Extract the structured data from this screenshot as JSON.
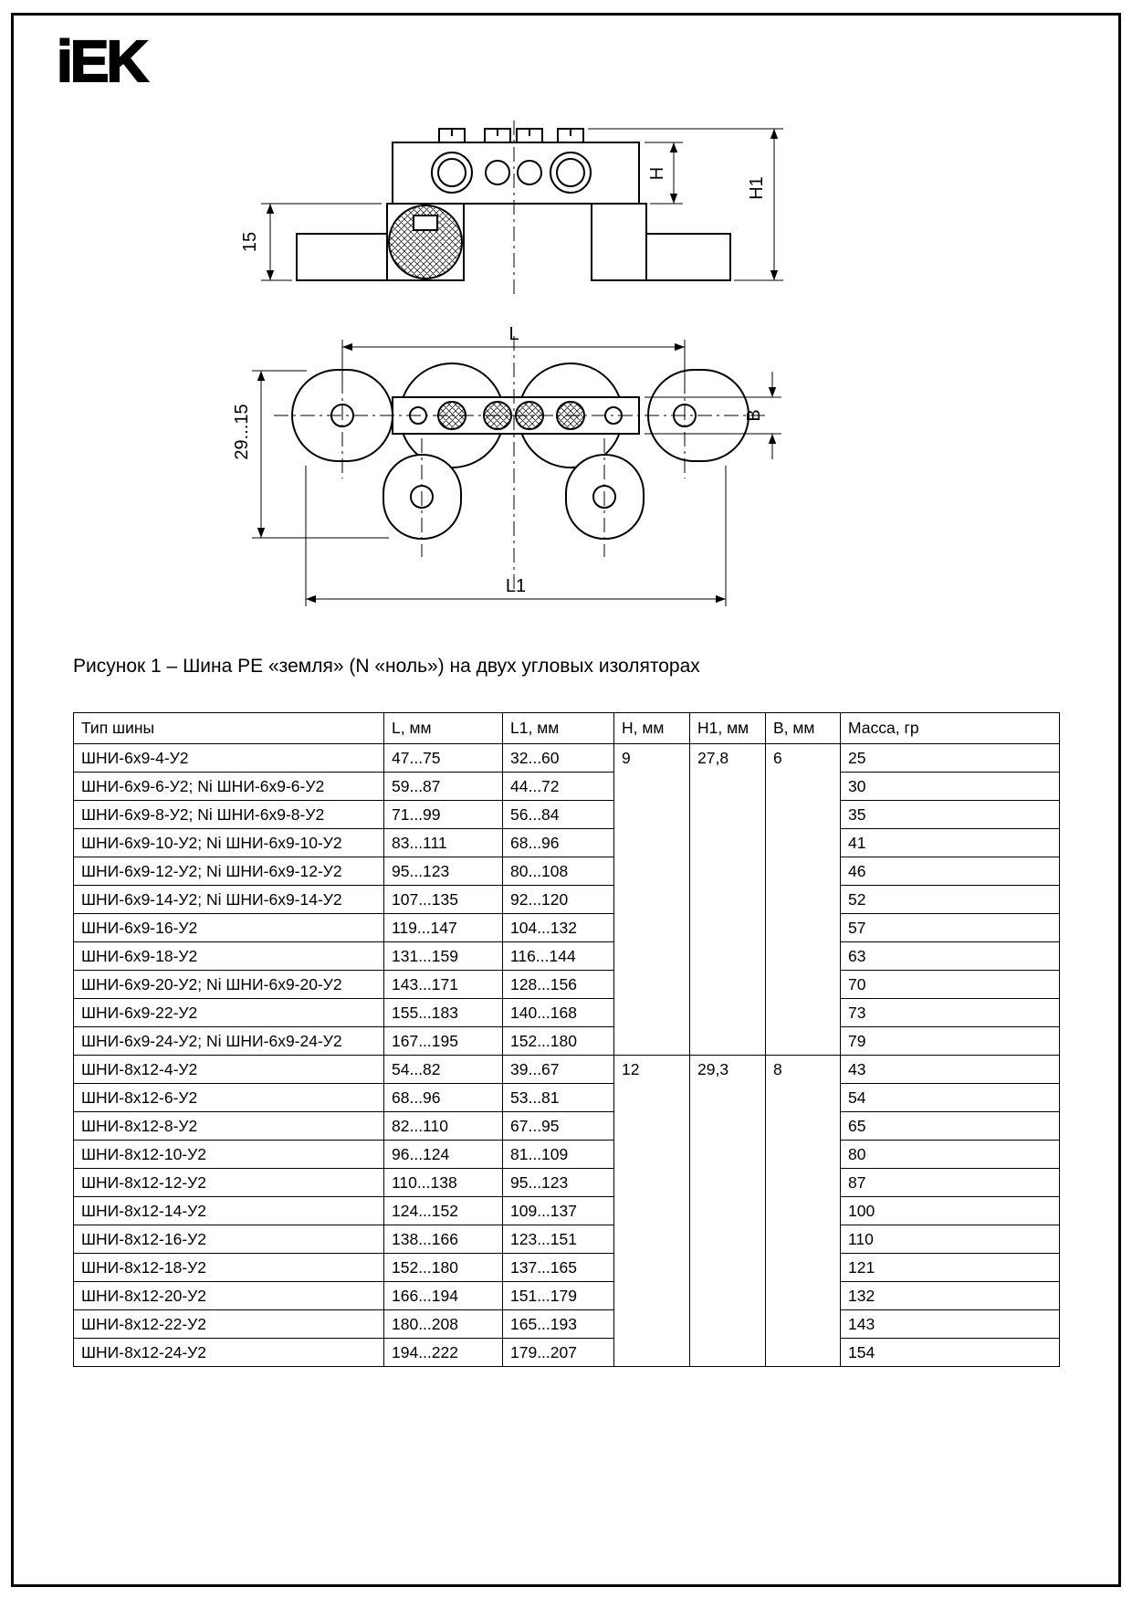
{
  "page": {
    "logo_text": "iEK",
    "figure_caption": "Рисунок 1 – Шина PE «земля» (N «ноль») на двух угловых изоляторах"
  },
  "drawing": {
    "labels": {
      "front_height_15": "15",
      "front_h": "H",
      "front_h1": "H1",
      "plan_l": "L",
      "plan_l1": "L1",
      "plan_b": "B",
      "plan_29_15": "29...15"
    }
  },
  "table": {
    "headers": [
      "Тип шины",
      "L, мм",
      "L1, мм",
      "H, мм",
      "H1, мм",
      "B, мм",
      "Масса, гр"
    ],
    "groups": [
      {
        "h": "9",
        "h1": "27,8",
        "b": "6",
        "rows": [
          {
            "type": "ШНИ-6х9-4-У2",
            "l": "47...75",
            "l1": "32...60",
            "mass": "25"
          },
          {
            "type": "ШНИ-6х9-6-У2; Ni ШНИ-6х9-6-У2",
            "l": "59...87",
            "l1": "44...72",
            "mass": "30"
          },
          {
            "type": "ШНИ-6х9-8-У2; Ni ШНИ-6х9-8-У2",
            "l": "71...99",
            "l1": "56...84",
            "mass": "35"
          },
          {
            "type": "ШНИ-6х9-10-У2; Ni ШНИ-6х9-10-У2",
            "l": "83...111",
            "l1": "68...96",
            "mass": "41"
          },
          {
            "type": "ШНИ-6х9-12-У2; Ni ШНИ-6х9-12-У2",
            "l": "95...123",
            "l1": "80...108",
            "mass": "46"
          },
          {
            "type": "ШНИ-6х9-14-У2; Ni ШНИ-6х9-14-У2",
            "l": "107...135",
            "l1": "92...120",
            "mass": "52"
          },
          {
            "type": "ШНИ-6х9-16-У2",
            "l": "119...147",
            "l1": "104...132",
            "mass": "57"
          },
          {
            "type": "ШНИ-6х9-18-У2",
            "l": "131...159",
            "l1": "116...144",
            "mass": "63"
          },
          {
            "type": "ШНИ-6х9-20-У2; Ni ШНИ-6х9-20-У2",
            "l": "143...171",
            "l1": "128...156",
            "mass": "70"
          },
          {
            "type": "ШНИ-6х9-22-У2",
            "l": "155...183",
            "l1": "140...168",
            "mass": "73"
          },
          {
            "type": "ШНИ-6х9-24-У2; Ni ШНИ-6х9-24-У2",
            "l": "167...195",
            "l1": "152...180",
            "mass": "79"
          }
        ]
      },
      {
        "h": "12",
        "h1": "29,3",
        "b": "8",
        "rows": [
          {
            "type": "ШНИ-8х12-4-У2",
            "l": "54...82",
            "l1": "39...67",
            "mass": "43"
          },
          {
            "type": "ШНИ-8х12-6-У2",
            "l": "68...96",
            "l1": "53...81",
            "mass": "54"
          },
          {
            "type": "ШНИ-8х12-8-У2",
            "l": "82...110",
            "l1": "67...95",
            "mass": "65"
          },
          {
            "type": "ШНИ-8х12-10-У2",
            "l": "96...124",
            "l1": "81...109",
            "mass": "80"
          },
          {
            "type": "ШНИ-8х12-12-У2",
            "l": "110...138",
            "l1": "95...123",
            "mass": "87"
          },
          {
            "type": "ШНИ-8х12-14-У2",
            "l": "124...152",
            "l1": "109...137",
            "mass": "100"
          },
          {
            "type": "ШНИ-8х12-16-У2",
            "l": "138...166",
            "l1": "123...151",
            "mass": "110"
          },
          {
            "type": "ШНИ-8х12-18-У2",
            "l": "152...180",
            "l1": "137...165",
            "mass": "121"
          },
          {
            "type": "ШНИ-8х12-20-У2",
            "l": "166...194",
            "l1": "151...179",
            "mass": "132"
          },
          {
            "type": "ШНИ-8х12-22-У2",
            "l": "180...208",
            "l1": "165...193",
            "mass": "143"
          },
          {
            "type": "ШНИ-8х12-24-У2",
            "l": "194...222",
            "l1": "179...207",
            "mass": "154"
          }
        ]
      }
    ]
  }
}
